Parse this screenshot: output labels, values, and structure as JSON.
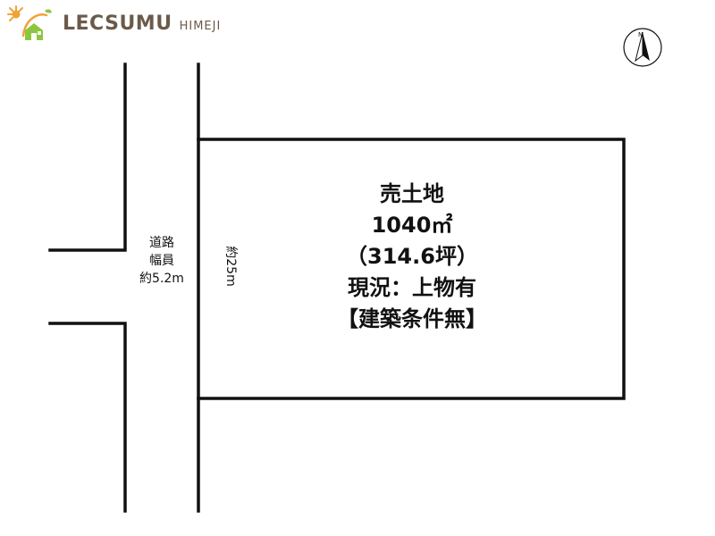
{
  "logo": {
    "brand": "LECSUMU",
    "sub": "HIMEJI",
    "colors": {
      "sun": "#f0a23a",
      "house": "#8cc63f",
      "text": "#6b5a4a"
    }
  },
  "compass": {
    "north_label": "N",
    "icon": "north-arrow-icon"
  },
  "road": {
    "label_line1": "道路",
    "label_line2": "幅員",
    "label_line3": "約5.2m"
  },
  "frontage": {
    "label": "約25m"
  },
  "lot": {
    "line1": "売土地",
    "line2": "1040㎡",
    "line3": "（314.6坪）",
    "line4": "現況：上物有",
    "line5": "【建築条件無】"
  },
  "colors": {
    "line": "#111111",
    "background": "#ffffff"
  }
}
